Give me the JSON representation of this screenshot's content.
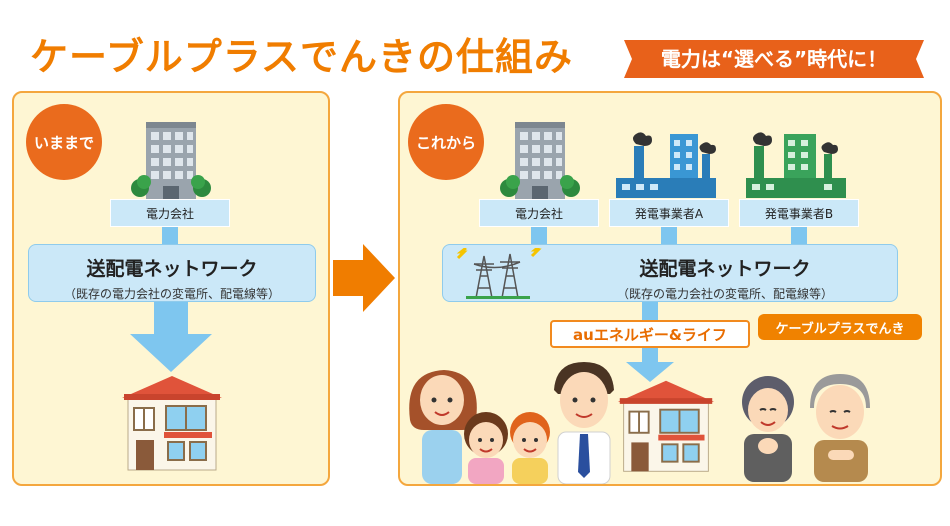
{
  "title": "ケーブルプラスでんきの仕組み",
  "tagline": "電力は“選べる”時代に！",
  "colors": {
    "orange": "#f07d00",
    "panel_bg": "#fef6d3",
    "box_blue": "#cbe8f8",
    "arrow_blue": "#7ec6ef"
  },
  "before": {
    "badge": "いままで",
    "company": "電力会社",
    "network_title": "送配電ネットワーク",
    "network_sub": "（既存の電力会社の変電所、配電線等）"
  },
  "after": {
    "badge": "これから",
    "company": "電力会社",
    "supplier_a": "発電事業者A",
    "supplier_b": "発電事業者B",
    "network_title": "送配電ネットワーク",
    "network_sub": "（既存の電力会社の変電所、配電線等）",
    "retailer": "auエネルギー&ライフ",
    "cable_plus": "ケーブルプラスでんき"
  }
}
